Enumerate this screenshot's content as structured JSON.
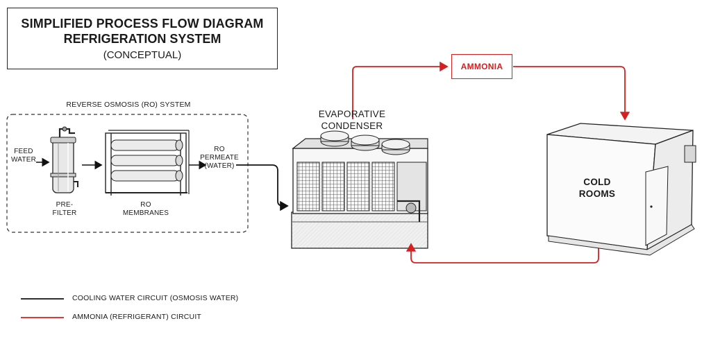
{
  "title": {
    "line1": "SIMPLIFIED PROCESS FLOW DIAGRAM",
    "line2": "REFRIGERATION SYSTEM",
    "line3": "(CONCEPTUAL)"
  },
  "ro_system": {
    "heading": "REVERSE OSMOSIS (RO) SYSTEM",
    "feed_water": [
      "FEED",
      "WATER"
    ],
    "prefilter": [
      "PRE-",
      "FILTER"
    ],
    "membranes": [
      "RO",
      "MEMBRANES"
    ],
    "permeate": [
      "RO",
      "PERMEATE",
      "(WATER)"
    ]
  },
  "condenser": {
    "label": [
      "EVAPORATIVE",
      "CONDENSER"
    ]
  },
  "ammonia": {
    "label": "AMMONIA"
  },
  "cold_rooms": {
    "label": [
      "COLD",
      "ROOMS"
    ]
  },
  "legend": {
    "water": {
      "label": "COOLING WATER CIRCUIT (OSMOSIS WATER)",
      "color": "#111111"
    },
    "ammonia": {
      "label": "AMMONIA (REFRIGERANT) CIRCUIT",
      "color": "#d42020"
    }
  }
}
